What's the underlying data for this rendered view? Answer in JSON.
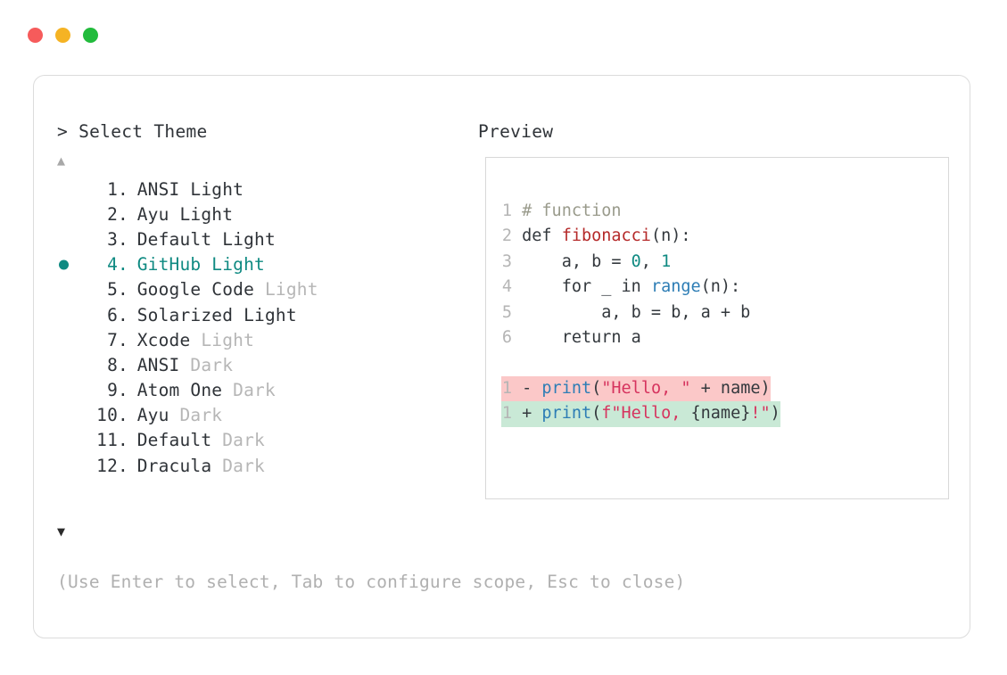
{
  "window": {
    "traffic_lights": [
      {
        "name": "close",
        "color": "#f65b5b"
      },
      {
        "name": "minimize",
        "color": "#f5b324"
      },
      {
        "name": "maximize",
        "color": "#22bb3c"
      }
    ]
  },
  "palette": {
    "accent_teal": "#0f8a82",
    "text": "#2f3338",
    "muted": "#b6b6b6",
    "border": "#dcdcdc",
    "diff_del_bg": "#fbc8c8",
    "diff_add_bg": "#c9e9d6"
  },
  "panels": {
    "left_header": "> Select Theme",
    "right_header": "Preview"
  },
  "scroll": {
    "up_arrow": "▲",
    "down_arrow": "▼"
  },
  "themes": {
    "selected_index": 3,
    "items": [
      {
        "num": "1.",
        "name": "ANSI Light",
        "variant": ""
      },
      {
        "num": "2.",
        "name": "Ayu Light",
        "variant": ""
      },
      {
        "num": "3.",
        "name": "Default Light",
        "variant": ""
      },
      {
        "num": "4.",
        "name": "GitHub Light",
        "variant": ""
      },
      {
        "num": "5.",
        "name": "Google Code",
        "variant": " Light"
      },
      {
        "num": "6.",
        "name": "Solarized Light",
        "variant": ""
      },
      {
        "num": "7.",
        "name": "Xcode",
        "variant": " Light"
      },
      {
        "num": "8.",
        "name": "ANSI",
        "variant": " Dark"
      },
      {
        "num": "9.",
        "name": "Atom One",
        "variant": " Dark"
      },
      {
        "num": "10.",
        "name": "Ayu",
        "variant": " Dark"
      },
      {
        "num": "11.",
        "name": "Default",
        "variant": " Dark"
      },
      {
        "num": "12.",
        "name": "Dracula",
        "variant": " Dark"
      }
    ]
  },
  "help_text": "(Use Enter to select, Tab to configure scope, Esc to close)",
  "preview_code": {
    "lines": [
      {
        "n": "1",
        "tokens": [
          {
            "t": " # function",
            "c": "comment"
          }
        ]
      },
      {
        "n": "2",
        "tokens": [
          {
            "t": " def ",
            "c": "plain"
          },
          {
            "t": "fibonacci",
            "c": "func"
          },
          {
            "t": "(n):",
            "c": "punct"
          }
        ]
      },
      {
        "n": "3",
        "tokens": [
          {
            "t": "     a, b = ",
            "c": "plain"
          },
          {
            "t": "0",
            "c": "num"
          },
          {
            "t": ", ",
            "c": "plain"
          },
          {
            "t": "1",
            "c": "num"
          }
        ]
      },
      {
        "n": "4",
        "tokens": [
          {
            "t": "     for _ in ",
            "c": "plain"
          },
          {
            "t": "range",
            "c": "builtin"
          },
          {
            "t": "(n):",
            "c": "punct"
          }
        ]
      },
      {
        "n": "5",
        "tokens": [
          {
            "t": "         a, b = b, a + b",
            "c": "plain"
          }
        ]
      },
      {
        "n": "6",
        "tokens": [
          {
            "t": "     return a",
            "c": "plain"
          }
        ]
      }
    ],
    "diff": [
      {
        "n": "1",
        "mark": " - ",
        "kind": "del",
        "tokens": [
          {
            "t": "print",
            "c": "builtin"
          },
          {
            "t": "(",
            "c": "punct"
          },
          {
            "t": "\"Hello, \"",
            "c": "str"
          },
          {
            "t": " + name)",
            "c": "plain"
          }
        ]
      },
      {
        "n": "1",
        "mark": " + ",
        "kind": "add",
        "tokens": [
          {
            "t": "print",
            "c": "builtin"
          },
          {
            "t": "(",
            "c": "punct"
          },
          {
            "t": "f",
            "c": "str"
          },
          {
            "t": "\"Hello, ",
            "c": "str"
          },
          {
            "t": "{name}",
            "c": "plain"
          },
          {
            "t": "!\"",
            "c": "str"
          },
          {
            "t": ")",
            "c": "punct"
          }
        ]
      }
    ]
  }
}
